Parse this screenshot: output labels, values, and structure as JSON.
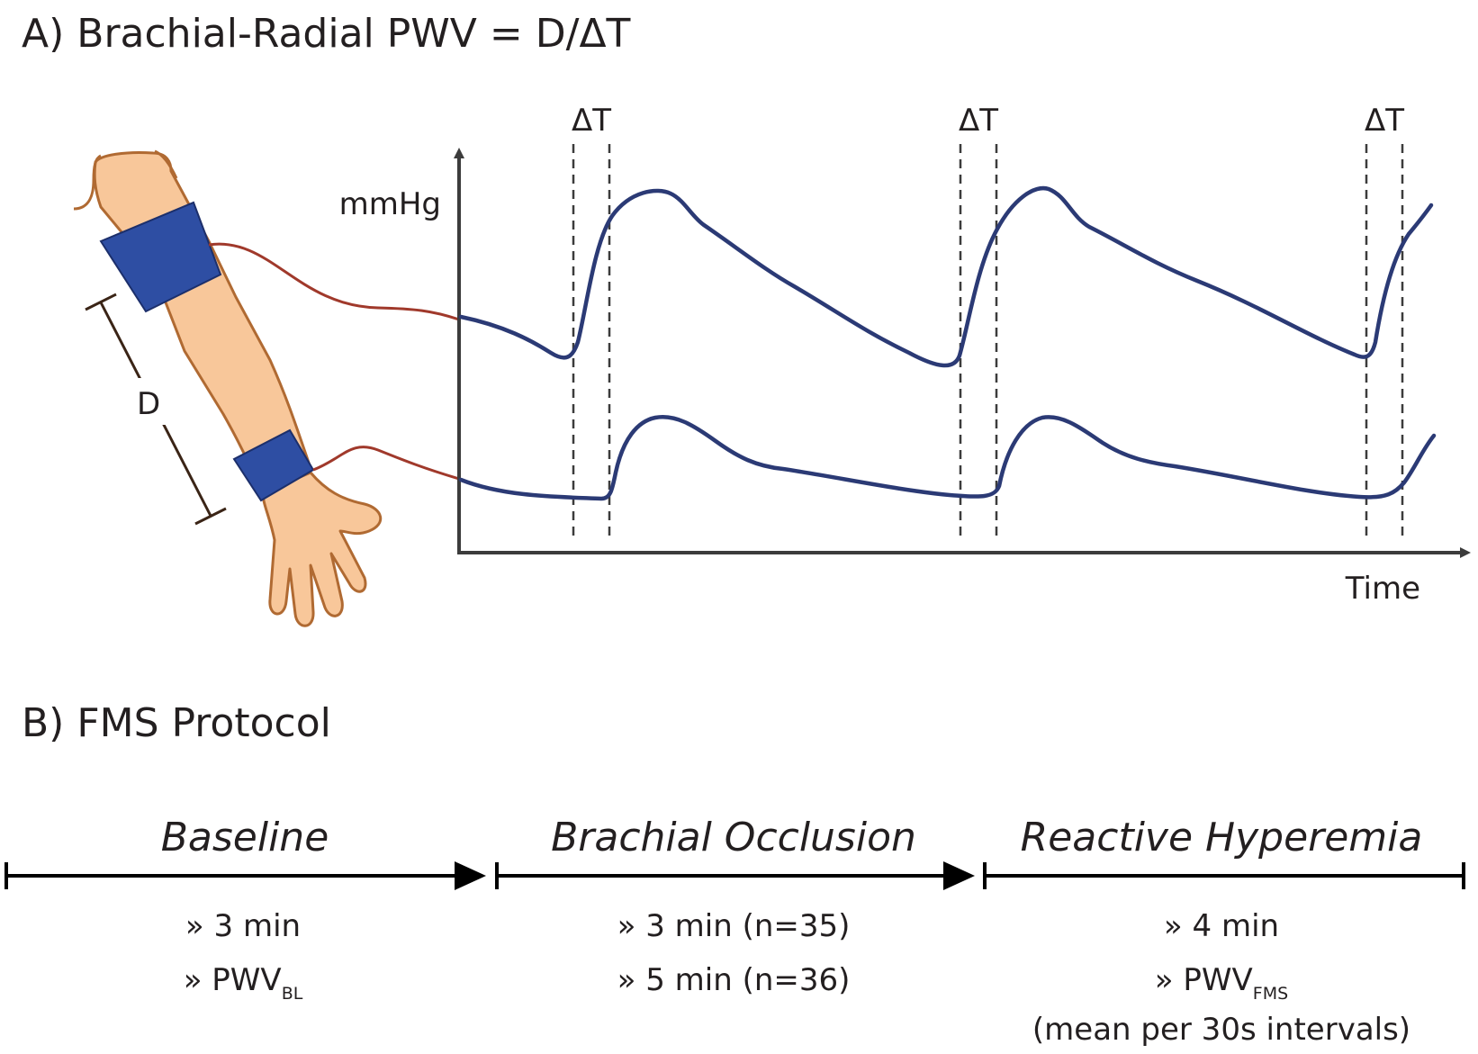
{
  "panel_a": {
    "title": "A) Brachial-Radial PWV = D/ΔT",
    "distance_label": "D",
    "y_axis_label": "mmHg",
    "x_axis_label": "Time",
    "delta_t_label": "ΔT",
    "delta_t_markers": [
      "ΔT",
      "ΔT",
      "ΔT"
    ]
  },
  "panel_b": {
    "title": "B) FMS Protocol",
    "phases": [
      {
        "name": "Baseline",
        "details": [
          {
            "text": "» 3 min",
            "sub": ""
          },
          {
            "text": "» PWV",
            "sub": "BL"
          }
        ]
      },
      {
        "name": "Brachial Occlusion",
        "details": [
          {
            "text": "» 3 min (n=35)",
            "sub": ""
          },
          {
            "text": "» 5 min (n=36)",
            "sub": ""
          }
        ]
      },
      {
        "name": "Reactive Hyperemia",
        "details": [
          {
            "text": "» 4 min",
            "sub": ""
          },
          {
            "text": "» PWV",
            "sub": "FMS"
          },
          {
            "text": "(mean per 30s intervals)",
            "sub": ""
          }
        ]
      }
    ]
  },
  "colors": {
    "wave": "#2b3a75",
    "cable": "#a0392b",
    "cuff": "#2e4ea3",
    "skin": "#f8c79a",
    "skin_outline": "#b06a32",
    "axis": "#3c3c3c",
    "text": "#231f20"
  }
}
